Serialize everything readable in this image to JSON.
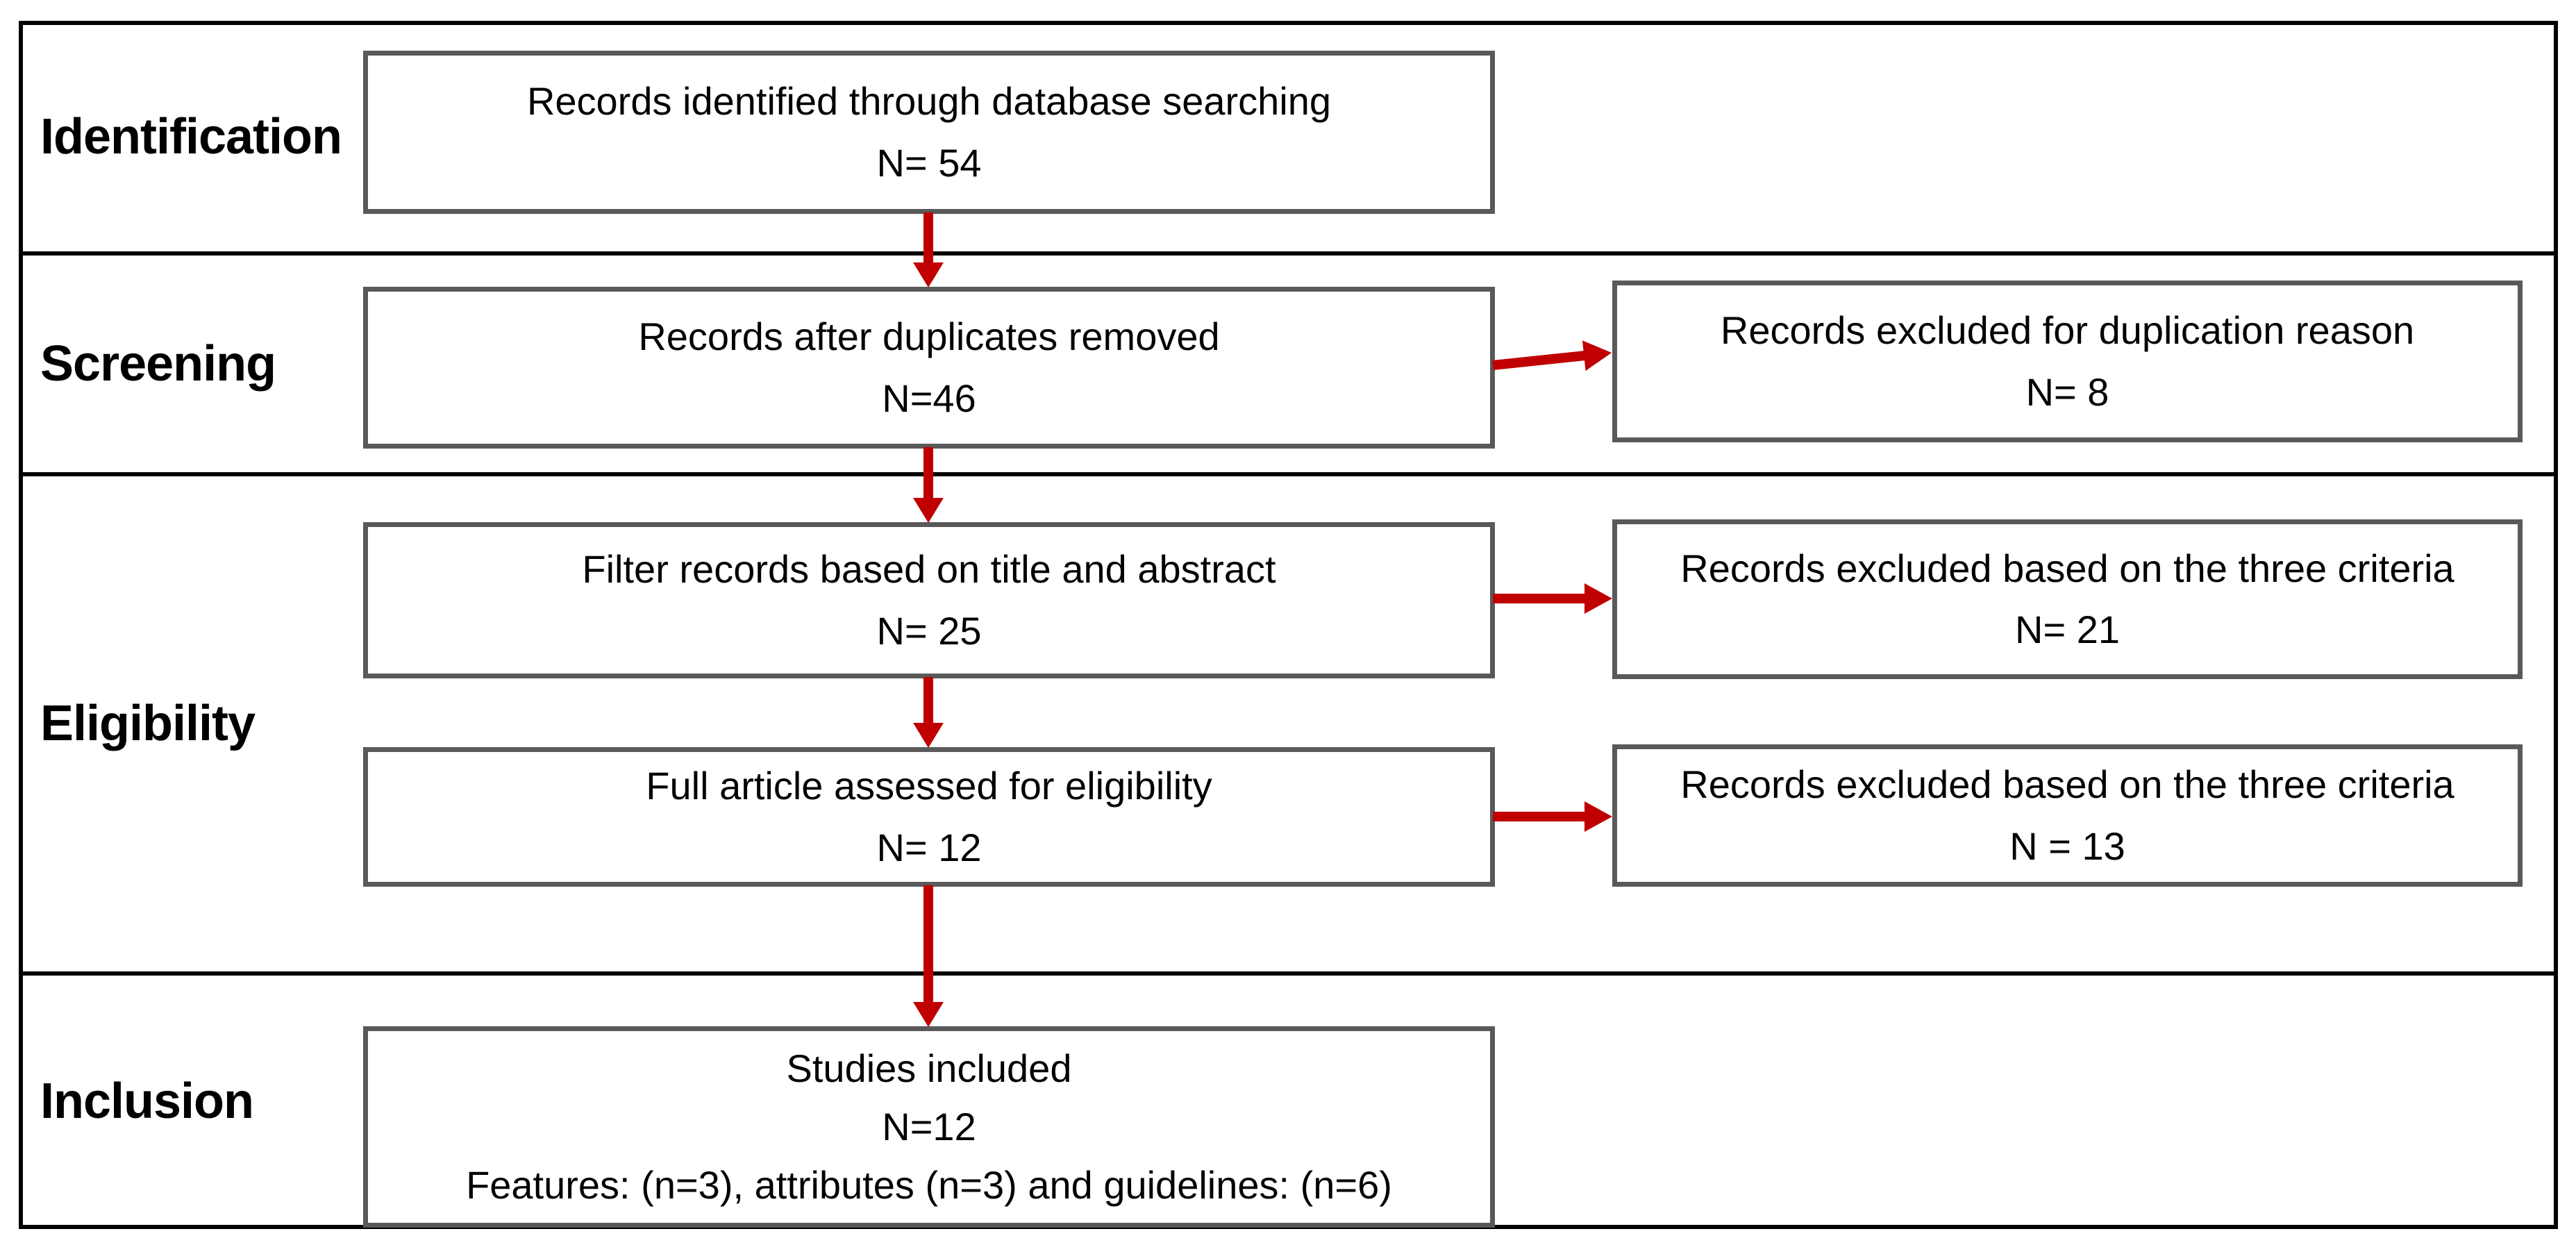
{
  "diagram": {
    "type": "prisma-flow",
    "sections": [
      {
        "label": "Identification"
      },
      {
        "label": "Screening"
      },
      {
        "label": "Eligibility"
      },
      {
        "label": "Inclusion"
      }
    ],
    "main_boxes": [
      {
        "line1": "Records identified through database searching",
        "line2": "N= 54"
      },
      {
        "line1": "Records after duplicates removed",
        "line2": "N=46"
      },
      {
        "line1": "Filter records based on title and abstract",
        "line2": "N= 25"
      },
      {
        "line1": "Full article assessed for eligibility",
        "line2": "N= 12"
      },
      {
        "line1": "Studies included",
        "line2": "N=12",
        "line3": "Features: (n=3), attributes (n=3) and guidelines: (n=6)"
      }
    ],
    "exclusion_boxes": [
      {
        "line1": "Records excluded for duplication reason",
        "line2": "N= 8"
      },
      {
        "line1": "Records excluded based on the three criteria",
        "line2": "N= 21"
      },
      {
        "line1": "Records excluded based on the three criteria",
        "line2": "N = 13"
      }
    ],
    "colors": {
      "arrow": "#c00000",
      "box_border": "#595959",
      "frame_border": "#000000"
    }
  }
}
